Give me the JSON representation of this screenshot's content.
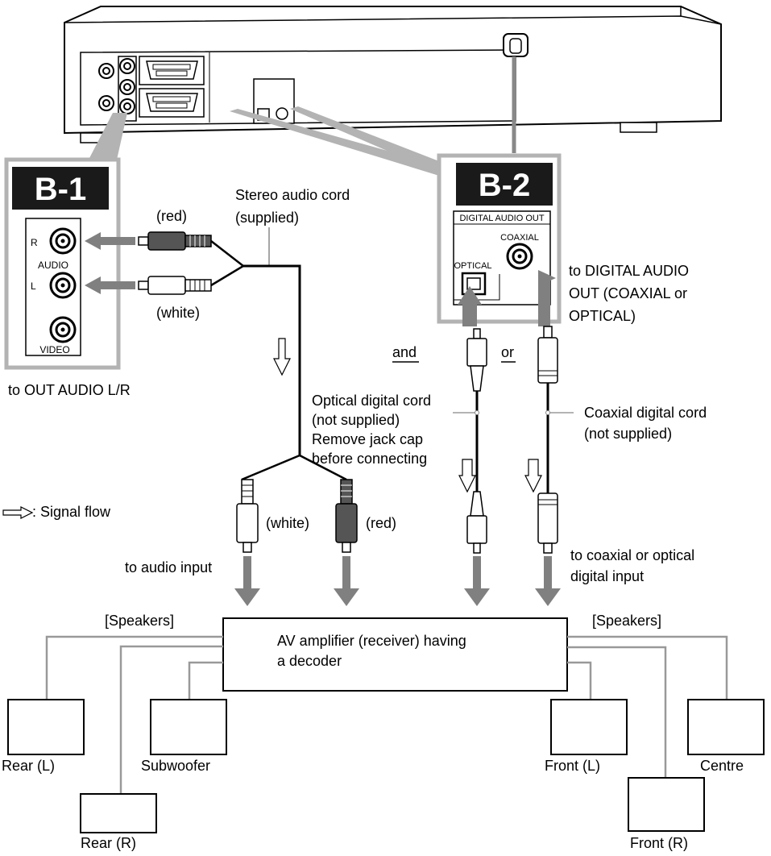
{
  "colors": {
    "frame": "#b3b3b3",
    "arrow": "#808080",
    "ink": "#000000",
    "badge_bg": "#1a1a1a"
  },
  "b1": {
    "badge": "B-1",
    "port_r": "R",
    "port_audio": "AUDIO",
    "port_l": "L",
    "port_video": "VIDEO",
    "caption": "to OUT AUDIO L/R"
  },
  "b2": {
    "badge": "B-2",
    "panel_title": "DIGITAL AUDIO OUT",
    "coaxial": "COAXIAL",
    "optical": "OPTICAL",
    "caption_1": "to DIGITAL AUDIO",
    "caption_2": "OUT (COAXIAL or",
    "caption_3": "OPTICAL)"
  },
  "stereo": {
    "title_1": "Stereo audio cord",
    "title_2": "(supplied)",
    "red": "(red)",
    "white": "(white)",
    "bottom_white": "(white)",
    "bottom_red": "(red)",
    "to_input": "to audio input"
  },
  "optical_cord": {
    "and": "and",
    "or": "or",
    "line_1": "Optical digital cord",
    "line_2": "(not supplied)",
    "line_3": "Remove jack cap",
    "line_4": "before connecting"
  },
  "coax_cord": {
    "line_1": "Coaxial digital cord",
    "line_2": "(not supplied)",
    "to_input_1": "to coaxial or optical",
    "to_input_2": "digital input"
  },
  "legend": {
    "signal_flow": ": Signal flow"
  },
  "amp": {
    "line_1": "AV amplifier (receiver) having",
    "line_2": "a decoder",
    "speakers_left": "[Speakers]",
    "speakers_right": "[Speakers]"
  },
  "speakers": {
    "rear_l": "Rear (L)",
    "rear_r": "Rear (R)",
    "subwoofer": "Subwoofer",
    "front_l": "Front (L)",
    "front_r": "Front (R)",
    "centre": "Centre"
  }
}
